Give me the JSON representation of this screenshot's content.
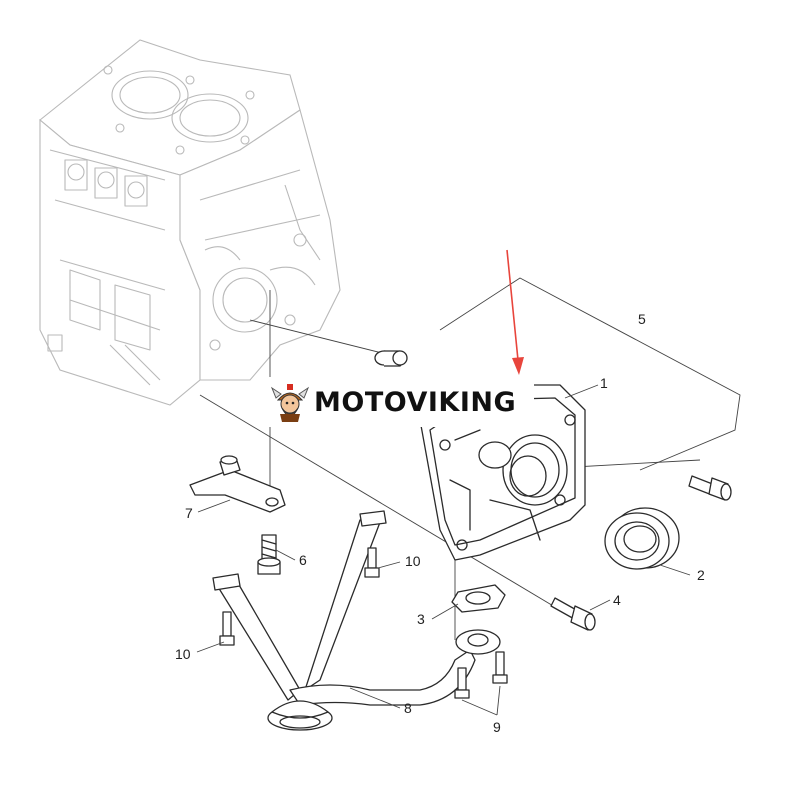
{
  "watermark": {
    "text": "MOTOVIKING",
    "icon": "viking-mascot-icon"
  },
  "callouts": {
    "c1": "1",
    "c2": "2",
    "c3": "3",
    "c4": "4",
    "c5": "5",
    "c6": "6",
    "c7": "7",
    "c8": "8",
    "c9": "9",
    "c10a": "10",
    "c10b": "10"
  },
  "colors": {
    "arrow": "#e8453c",
    "line": "#2b2b2b",
    "background_block": "#b9b9b9"
  }
}
